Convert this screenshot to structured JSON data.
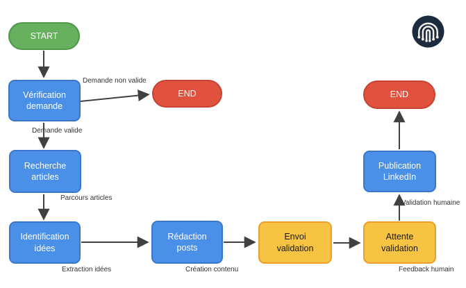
{
  "diagram": {
    "nodes": {
      "start": {
        "label": "START",
        "type": "terminal"
      },
      "verification": {
        "label": "Vérification\ndemande",
        "type": "process"
      },
      "end_left": {
        "label": "END",
        "type": "terminal"
      },
      "recherche": {
        "label": "Recherche\narticles",
        "type": "process"
      },
      "identification": {
        "label": "Identification\nidées",
        "type": "process"
      },
      "redaction": {
        "label": "Rédaction\nposts",
        "type": "process"
      },
      "envoi": {
        "label": "Envoi\nvalidation",
        "type": "human"
      },
      "attente": {
        "label": "Attente\nvalidation",
        "type": "human"
      },
      "publication": {
        "label": "Publication\nLinkedIn",
        "type": "process"
      },
      "end_right": {
        "label": "END",
        "type": "terminal"
      }
    },
    "edge_labels": {
      "demande_non_valide": "Demande non valide",
      "demande_valide": "Demande valide",
      "parcours_articles": "Parcours articles",
      "extraction_idees": "Extraction idées",
      "creation_contenu": "Création contenu",
      "validation_humaine": "Validation humaine",
      "feedback_humain": "Feedback humain"
    },
    "colors": {
      "process_blue": "#4b90e8",
      "process_blue_border": "#3a77cc",
      "terminal_green": "#66b05e",
      "terminal_green_border": "#4d9748",
      "terminal_red": "#e0513e",
      "terminal_red_border": "#c64334",
      "human_yellow": "#f7c342",
      "human_yellow_border": "#ee9d31",
      "arrow": "#404040",
      "logo_navy": "#1d2b3f",
      "logo_mark": "#f4f1ea"
    }
  }
}
